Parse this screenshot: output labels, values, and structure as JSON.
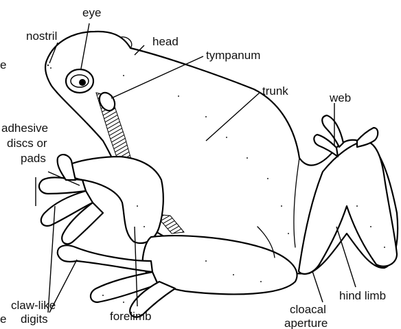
{
  "labels": {
    "eye": "eye",
    "nostril": "nostril",
    "head": "head",
    "tympanum": "tympanum",
    "trunk": "trunk",
    "web": "web",
    "adhesive_line1": "adhesive",
    "adhesive_line2": "discs or",
    "adhesive_line3": "pads",
    "claw_line1": "claw-like",
    "claw_line2": "digits",
    "forelimb": "forelimb",
    "hind_limb": "hind limb",
    "cloacal_line1": "cloacal",
    "cloacal_line2": "aperture"
  },
  "fragments": {
    "top_left": "e",
    "bottom_left": "e"
  }
}
